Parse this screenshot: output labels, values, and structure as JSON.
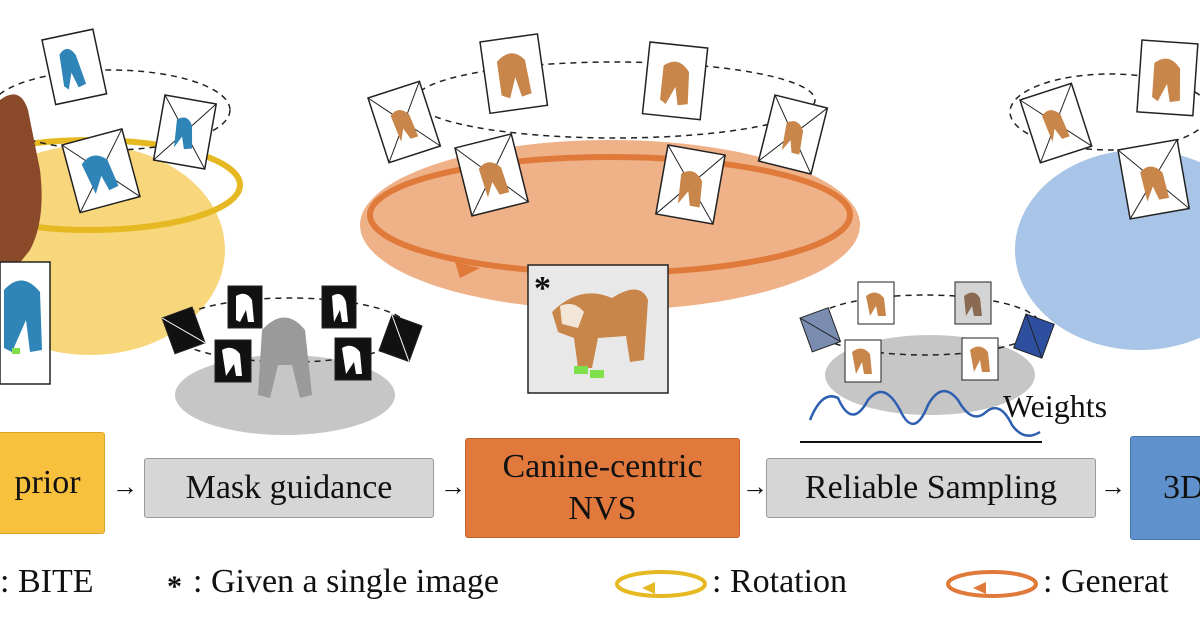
{
  "stages": {
    "prior_label": "prior",
    "mask_label": "Mask guidance",
    "nvs_line1": "Canine-centric",
    "nvs_line2": "NVS",
    "sampling_label": "Reliable Sampling",
    "final_label": "3D"
  },
  "weights_label": "Weights",
  "asterisk_mark": "*",
  "legend": {
    "bite_text": ": BITE",
    "asterisk_symbol": "*",
    "single_image_text": ": Given a single image",
    "rotation_text": ": Rotation",
    "generation_text": ": Generat"
  },
  "colors": {
    "prior_yellow": "#f7c13e",
    "prior_ellipse": "#f8d67b",
    "nvs_orange": "#e1793c",
    "nvs_ellipse": "#efb188",
    "final_blue": "#5f92cc",
    "final_ellipse": "#a8c4e6",
    "shadow_gray": "#c6c6c6",
    "weights_blue": "#2e5fb0"
  }
}
